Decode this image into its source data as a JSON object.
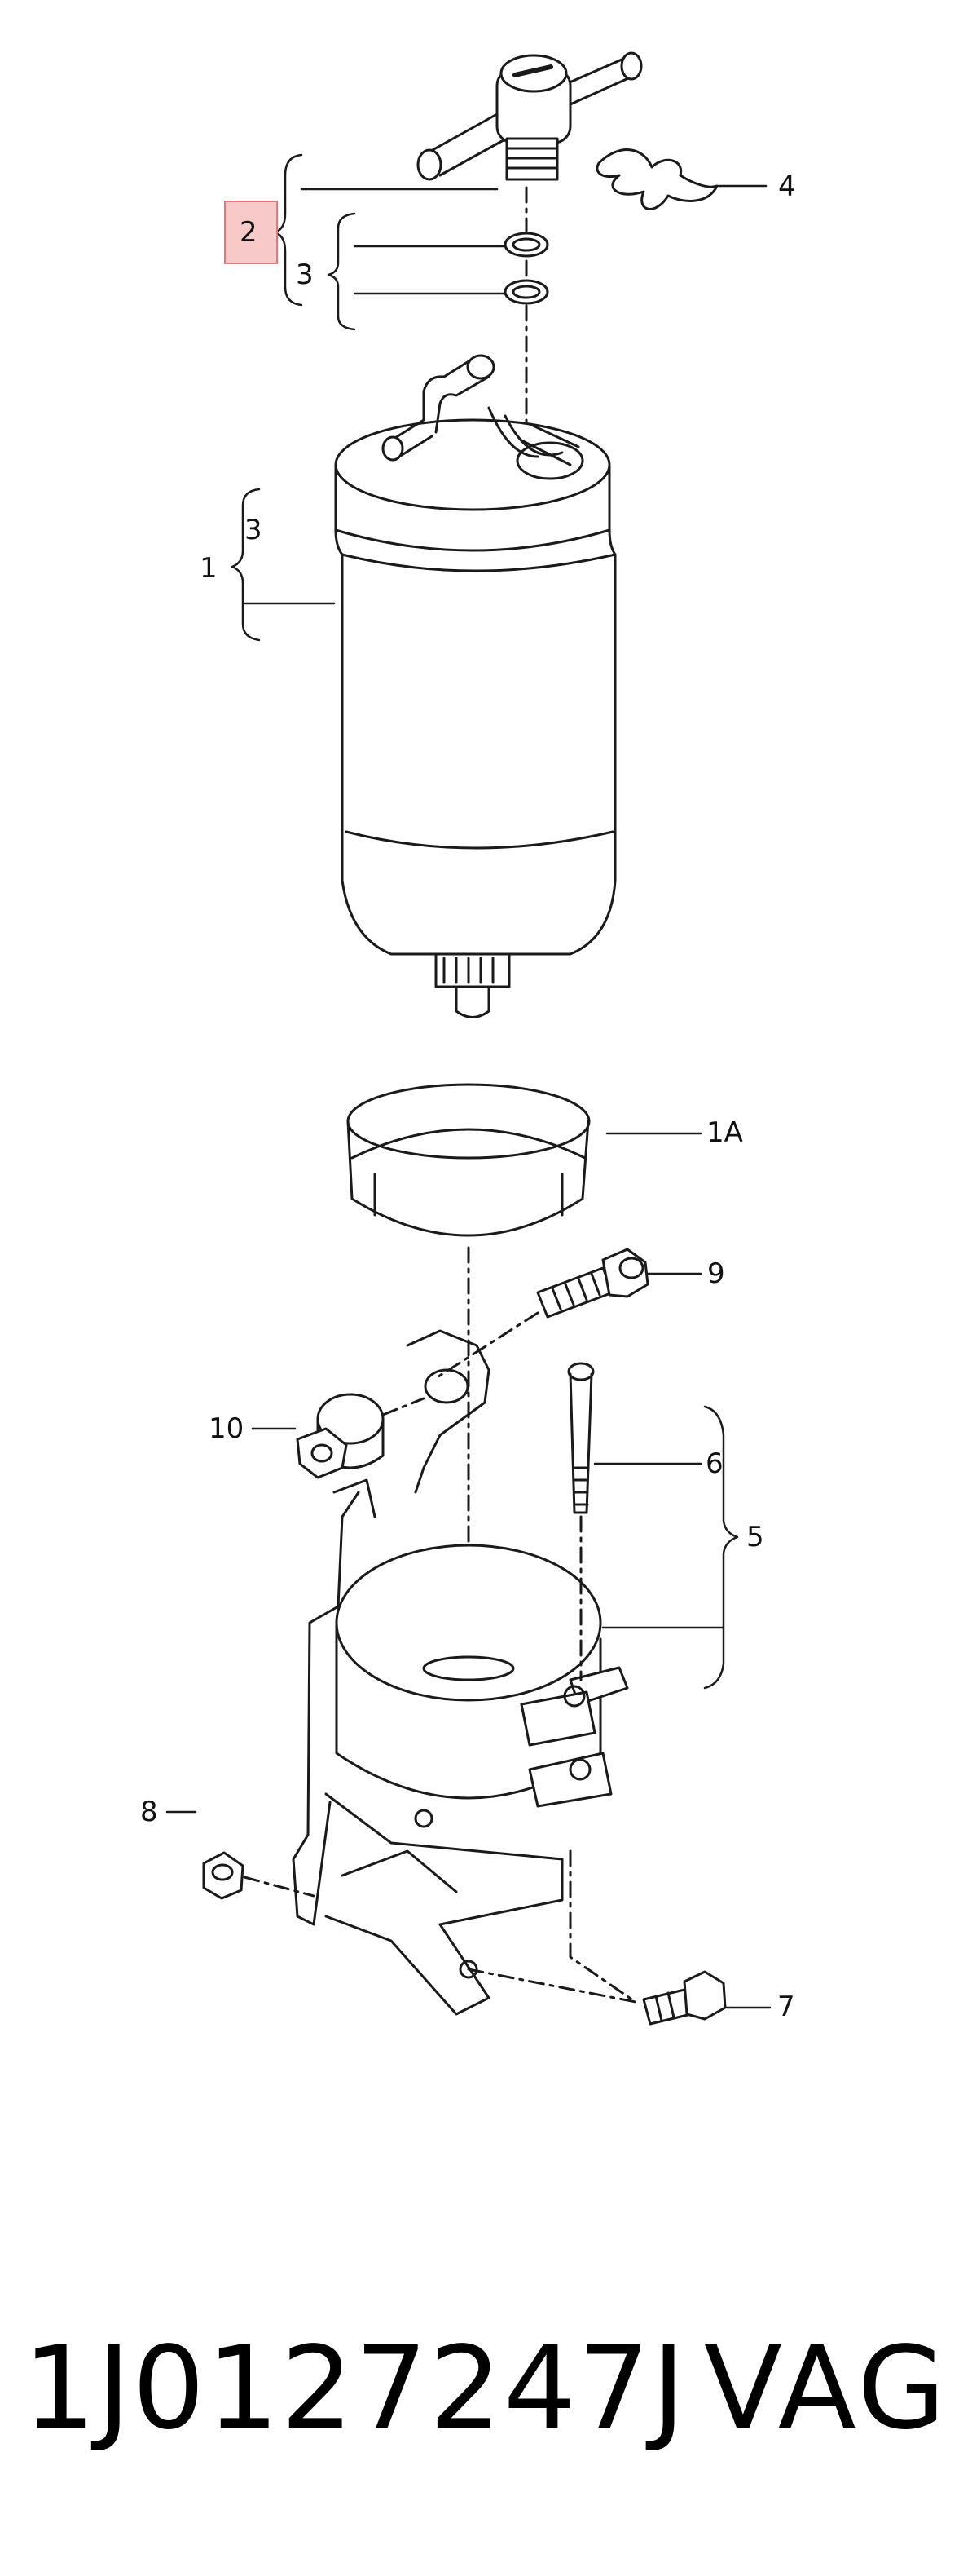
{
  "labels": {
    "c1": "1",
    "c1A": "1A",
    "c2": "2",
    "c3a": "3",
    "c3b": "3",
    "c4": "4",
    "c5": "5",
    "c6": "6",
    "c7": "7",
    "c8": "8",
    "c9": "9",
    "c10": "10"
  },
  "highlight": {
    "callout": "2",
    "color": "#f7c9c9",
    "border": "#e07a7a"
  },
  "caption": {
    "part_number": "1J0127247J",
    "brand": "VAG"
  }
}
